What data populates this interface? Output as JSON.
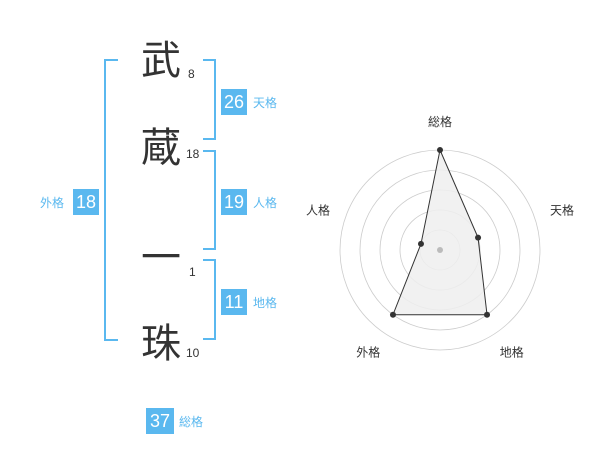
{
  "name": {
    "characters": [
      {
        "char": "武",
        "strokes": "8"
      },
      {
        "char": "蔵",
        "strokes": "18"
      },
      {
        "char": "一",
        "strokes": "1"
      },
      {
        "char": "珠",
        "strokes": "10"
      }
    ]
  },
  "fortunes": {
    "tenkaku": {
      "value": "26",
      "label": "天格"
    },
    "jinkaku": {
      "value": "19",
      "label": "人格"
    },
    "chikaku": {
      "value": "11",
      "label": "地格"
    },
    "gaikaku": {
      "value": "18",
      "label": "外格"
    },
    "soukaku": {
      "value": "37",
      "label": "総格"
    }
  },
  "colors": {
    "accent": "#5ab8ef",
    "text": "#333333",
    "grid": "#cccccc",
    "fill": "#eeeeee"
  },
  "chart_data": {
    "type": "radar",
    "axes": [
      "総格",
      "天格",
      "地格",
      "外格",
      "人格"
    ],
    "levels": 5,
    "range": [
      0,
      5
    ],
    "values": [
      5,
      2,
      4,
      4,
      1
    ],
    "grid": true
  }
}
